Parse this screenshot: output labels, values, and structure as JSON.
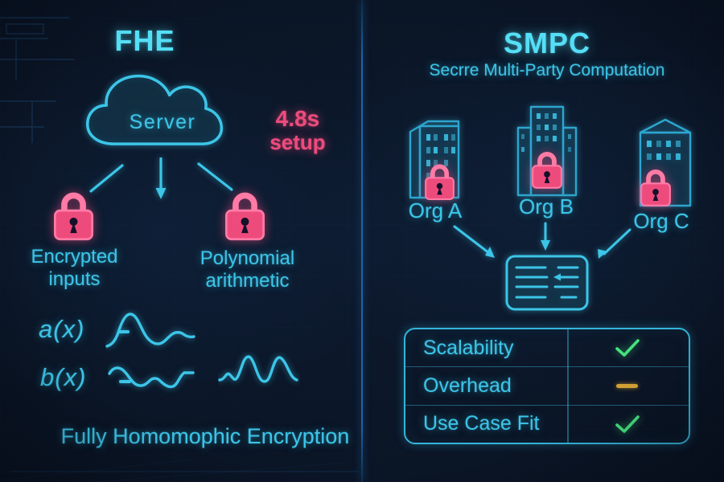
{
  "colors": {
    "bg": "#0a1424",
    "cyan": "#3cc5e8",
    "cyan-bright": "#55dff6",
    "cyan-dim": "#2da5cf",
    "pink": "#ee4b7d",
    "pink-light": "#ff7ba6",
    "green": "#46e27e",
    "amber": "#d2a033",
    "divider": "#1c64aa"
  },
  "left_panel": {
    "title": "FHE",
    "server_label": "Server",
    "setup_badge": {
      "time": "4.8s",
      "label": "setup"
    },
    "encrypted_inputs_line1": "Encrypted",
    "encrypted_inputs_line2": "inputs",
    "polynomial_line1": "Polynomial",
    "polynomial_line2": "arithmetic",
    "poly_a_label": "a(x)",
    "poly_b_label": "b(x)",
    "caption": "Fully Homomophic Encryption"
  },
  "right_panel": {
    "title": "SMPC",
    "subtitle": "Secrre Multi-Party Computation",
    "orgs": [
      {
        "label": "Org A"
      },
      {
        "label": "Org B"
      },
      {
        "label": "Org C"
      }
    ],
    "table": {
      "rows": [
        {
          "label": "Scalability",
          "status": "check"
        },
        {
          "label": "Overhead",
          "status": "dash"
        },
        {
          "label": "Use Case Fit",
          "status": "check"
        }
      ]
    }
  }
}
